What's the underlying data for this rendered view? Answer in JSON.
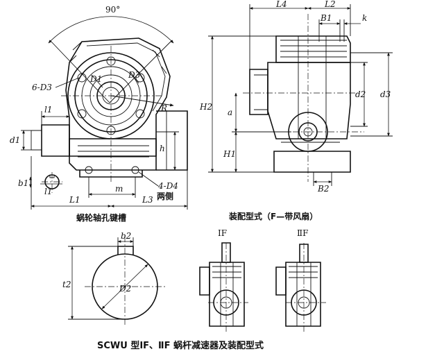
{
  "labels": {
    "angle": "90°",
    "six_d3": "6-D3",
    "D1": "D1",
    "D3": "D3",
    "R": "R",
    "l1_top": "l1",
    "d1": "d1",
    "h": "h",
    "b1": "b1",
    "l1_bottom": "l1",
    "m": "m",
    "L1": "L1",
    "L3": "L3",
    "four_d4": "4-D4",
    "both_sides": "两侧",
    "L4": "L4",
    "L2": "L2",
    "B1": "B1",
    "k": "k",
    "H2": "H2",
    "a": "a",
    "H1": "H1",
    "d2": "d2",
    "d3": "d3",
    "B2": "B2",
    "b2": "b2",
    "t2": "t2",
    "D2": "D2"
  },
  "captions": {
    "keyway": "蜗轮轴孔键槽",
    "assembly": "装配型式（F—带风扇）",
    "type_IF": "ⅠF",
    "type_IIF": "ⅡF"
  },
  "title": "SCWU 型ⅠF、ⅡF 蜗杆减速器及装配型式"
}
